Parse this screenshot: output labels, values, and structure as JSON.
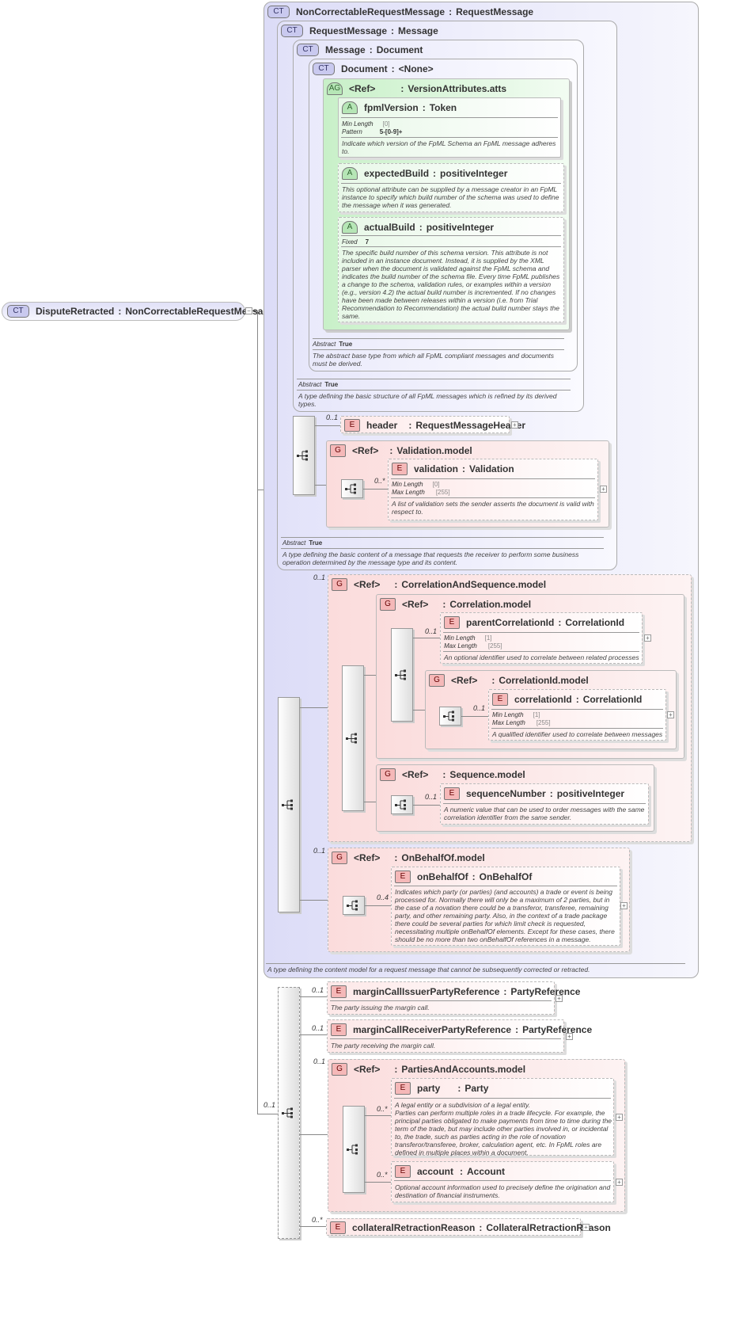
{
  "root": {
    "badge": "CT",
    "name": "DisputeRetracted",
    "type": "NonCorrectableRequestMessage"
  },
  "ncrm": {
    "badge": "CT",
    "name": "NonCorrectableRequestMessage",
    "type": "RequestMessage",
    "desc": "A type defining the content model for a request message that cannot be subsequently corrected or retracted."
  },
  "reqmsg": {
    "badge": "CT",
    "name": "RequestMessage",
    "type": "Message",
    "abstract_label": "Abstract",
    "abstract_value": "True",
    "desc": "A type defining the basic content of a message that requests the receiver to perform some business operation determined by the message type and its content."
  },
  "message": {
    "badge": "CT",
    "name": "Message",
    "type": "Document",
    "abstract_label": "Abstract",
    "abstract_value": "True",
    "desc": "A type defining the basic structure of all FpML messages which is refined by its derived types."
  },
  "document": {
    "badge": "CT",
    "name": "Document",
    "type": "<None>",
    "abstract_label": "Abstract",
    "abstract_value": "True",
    "desc": "The abstract base type from which all FpML compliant messages and documents must be derived."
  },
  "versionatts": {
    "badge": "AG",
    "ref": "<Ref>",
    "type": "VersionAttributes.atts"
  },
  "fpmlVersion": {
    "badge": "A",
    "name": "fpmlVersion",
    "type": "Token",
    "p1_label": "Min Length",
    "p1_value": "[0]",
    "p2_label": "Pattern",
    "p2_value": "5-[0-9]+",
    "desc": "Indicate which version of the FpML Schema an FpML message adheres to."
  },
  "expectedBuild": {
    "badge": "A",
    "name": "expectedBuild",
    "type": "positiveInteger",
    "desc": "This optional attribute can be supplied by a message creator in an FpML instance to specify which build number of the schema was used to define the message when it was generated."
  },
  "actualBuild": {
    "badge": "A",
    "name": "actualBuild",
    "type": "positiveInteger",
    "p1_label": "Fixed",
    "p1_value": "7",
    "desc": "The specific build number of this schema version. This attribute is not included in an instance document. Instead, it is supplied by the XML parser when the document is validated against the FpML schema and indicates the build number of the schema file. Every time FpML publishes a change to the schema, validation rules, or examples within a version (e.g., version 4.2) the actual build number is incremented. If no changes have been made between releases within a version (i.e. from Trial Recommendation to Recommendation) the actual build number stays the same."
  },
  "header": {
    "badge": "E",
    "name": "header",
    "type": "RequestMessageHeader",
    "card": "0..1"
  },
  "validationModel": {
    "badge": "G",
    "ref": "<Ref>",
    "type": "Validation.model"
  },
  "validation": {
    "badge": "E",
    "name": "validation",
    "type": "Validation",
    "card": "0..*",
    "p1_label": "Min Length",
    "p1_value": "[0]",
    "p2_label": "Max Length",
    "p2_value": "[255]",
    "desc": "A list of validation sets the sender asserts the document is valid with respect to."
  },
  "corrSeqModel": {
    "badge": "G",
    "ref": "<Ref>",
    "type": "CorrelationAndSequence.model",
    "card": "0..1"
  },
  "corrModel": {
    "badge": "G",
    "ref": "<Ref>",
    "type": "Correlation.model"
  },
  "parentCorrelationId": {
    "badge": "E",
    "name": "parentCorrelationId",
    "type": "CorrelationId",
    "card": "0..1",
    "p1_label": "Min Length",
    "p1_value": "[1]",
    "p2_label": "Max Length",
    "p2_value": "[255]",
    "desc": "An optional identifier used to correlate between related processes"
  },
  "corrIdModel": {
    "badge": "G",
    "ref": "<Ref>",
    "type": "CorrelationId.model"
  },
  "correlationId": {
    "badge": "E",
    "name": "correlationId",
    "type": "CorrelationId",
    "card": "0..1",
    "p1_label": "Min Length",
    "p1_value": "[1]",
    "p2_label": "Max Length",
    "p2_value": "[255]",
    "desc": "A qualified identifier used to correlate between messages"
  },
  "seqModel": {
    "badge": "G",
    "ref": "<Ref>",
    "type": "Sequence.model"
  },
  "sequenceNumber": {
    "badge": "E",
    "name": "sequenceNumber",
    "type": "positiveInteger",
    "card": "0..1",
    "desc": "A numeric value that can be used to order messages with the same correlation identifier from the same sender."
  },
  "onBehalfOfModel": {
    "badge": "G",
    "ref": "<Ref>",
    "type": "OnBehalfOf.model",
    "card": "0..1"
  },
  "onBehalfOf": {
    "badge": "E",
    "name": "onBehalfOf",
    "type": "OnBehalfOf",
    "card": "0..4",
    "desc": "Indicates which party (or parties) (and accounts) a trade or event is being processed for. Normally there will only be a maximum of 2 parties, but in the case of a novation there could be a transferor, transferee, remaining party, and other remaining party. Also, in the context of a trade package there could be several parties for which limit check is requested, necessitating multiple onBehalfOf elements. Except for these cases, there should be no more than two onBehalfOf references in a message."
  },
  "seqCard": "0..1",
  "marginCallIssuer": {
    "badge": "E",
    "name": "marginCallIssuerPartyReference",
    "type": "PartyReference",
    "card": "0..1",
    "desc": "The party issuing the margin call."
  },
  "marginCallReceiver": {
    "badge": "E",
    "name": "marginCallReceiverPartyReference",
    "type": "PartyReference",
    "card": "0..1",
    "desc": "The party receiving the margin call."
  },
  "partiesModel": {
    "badge": "G",
    "ref": "<Ref>",
    "type": "PartiesAndAccounts.model",
    "card": "0..1"
  },
  "party": {
    "badge": "E",
    "name": "party",
    "type": "Party",
    "card": "0..*",
    "desc1": "A legal entity or a subdivision of a legal entity.",
    "desc2": "Parties can perform multiple roles in a trade lifecycle. For example, the principal parties obligated to make payments from time to time during the term of the trade, but may include other parties involved in, or incidental to, the trade, such as parties acting in the role of novation transferor/transferee, broker, calculation agent, etc. In FpML roles are defined in multiple places within a document."
  },
  "account": {
    "badge": "E",
    "name": "account",
    "type": "Account",
    "card": "0..*",
    "desc": "Optional account information used to precisely define the origination and destination of financial instruments."
  },
  "collateral": {
    "badge": "E",
    "name": "collateralRetractionReason",
    "type": "CollateralRetractionReason",
    "card": "0..*"
  }
}
